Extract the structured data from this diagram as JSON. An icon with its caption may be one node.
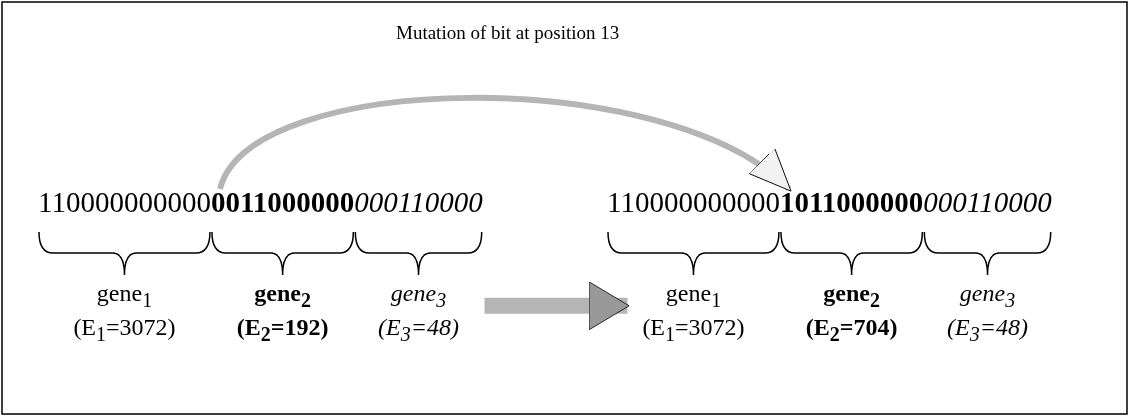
{
  "diagram": {
    "nodes": [
      {
        "text": [
          "110000000000",
          "0011000000",
          "000110000"
        ]
      },
      {
        "text": [
          "gene$_{1}$",
          "(E$_{1}$=3072)"
        ]
      },
      {
        "text": [
          "gene$_{2}$",
          "(E$_{2}$=192)"
        ]
      },
      {
        "text": [
          "gene$_{3}$",
          "(E$_{3}$=48)"
        ]
      },
      {
        "text": [
          "110000000000",
          "1011000000",
          "000110000"
        ]
      },
      {
        "text": [
          "gene$_{1}$",
          "(E$_{1}$=3072)"
        ]
      },
      {
        "text": [
          "gene$_{2}$",
          "(E$_{2}$=704)"
        ]
      },
      {
        "text": [
          "gene$_{3}$",
          "(E$_{3}$=48)"
        ]
      }
    ],
    "edges": [
      {
        "from": 0,
        "to": 4,
        "arrow": "to",
        "label": "Mutation of bit at position 13"
      },
      {
        "from": 3,
        "to": 5,
        "arrow": "to",
        "style": "thick"
      }
    ]
  }
}
